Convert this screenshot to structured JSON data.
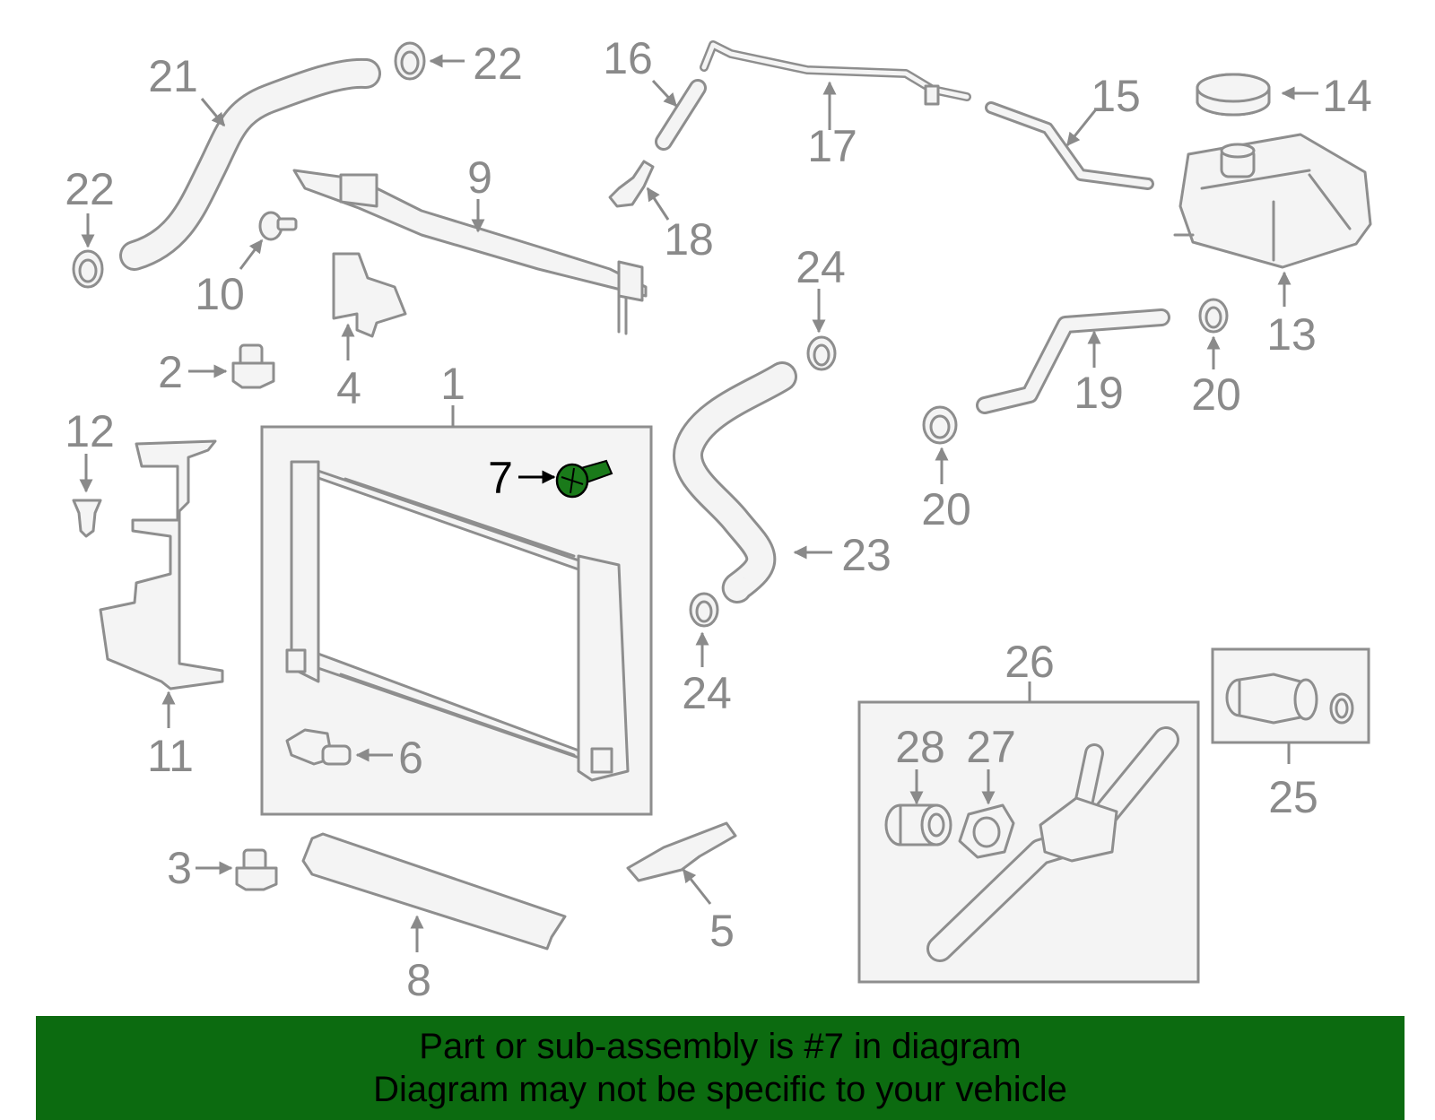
{
  "diagram": {
    "callouts": [
      "1",
      "2",
      "3",
      "4",
      "5",
      "6",
      "7",
      "8",
      "9",
      "10",
      "11",
      "12",
      "13",
      "14",
      "15",
      "16",
      "17",
      "18",
      "19",
      "20",
      "20",
      "21",
      "22",
      "22",
      "23",
      "24",
      "24",
      "25",
      "26",
      "27",
      "28"
    ],
    "highlighted_part": "7",
    "highlight_color": "#1a7a1a",
    "parts_color": "#8e8e8e"
  },
  "banner": {
    "line1": "Part or sub-assembly is #7 in diagram",
    "line2": "Diagram may not be specific to your vehicle",
    "background": "#0c6b10"
  }
}
